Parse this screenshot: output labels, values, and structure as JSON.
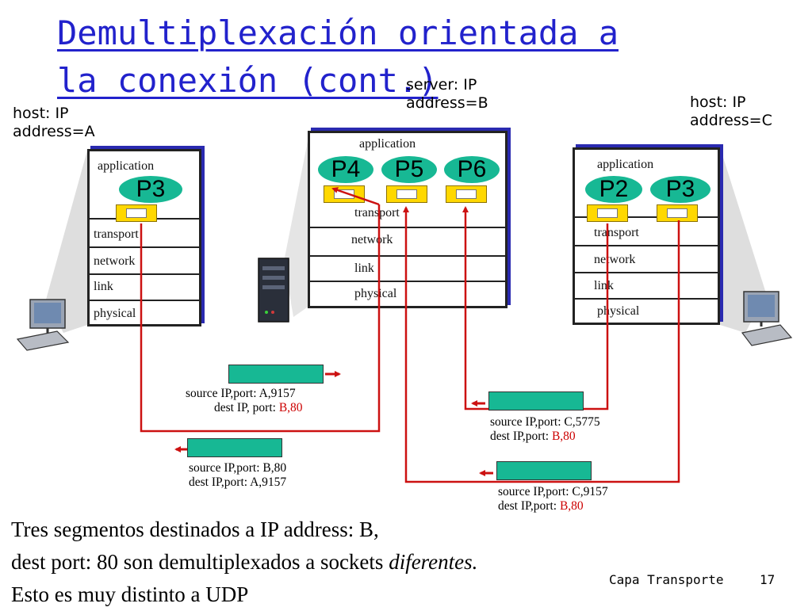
{
  "title": "Demultiplexación orientada a la conexión (cont.)",
  "hosts": {
    "a": {
      "label_line1": "host: IP",
      "label_line2": "address=A"
    },
    "b": {
      "label_line1": "server: IP",
      "label_line2": "address=B"
    },
    "c": {
      "label_line1": "host: IP",
      "label_line2": "address=C"
    }
  },
  "layers": {
    "application": "application",
    "transport": "transport",
    "network": "network",
    "link": "link",
    "physical": "physical"
  },
  "processes": {
    "a": [
      "P3"
    ],
    "b": [
      "P4",
      "P5",
      "P6"
    ],
    "c": [
      "P2",
      "P3"
    ]
  },
  "segments": [
    {
      "source_label": "source IP,port:",
      "source_value": "A,9157",
      "dest_label": "dest IP, port:",
      "dest_value": "B,80"
    },
    {
      "source_label": "source IP,port:",
      "source_value": "B,80",
      "dest_label": "dest IP,port:",
      "dest_value": "A,9157"
    },
    {
      "source_label": "source IP,port:",
      "source_value": "C,5775",
      "dest_label": "dest IP,port:",
      "dest_value": "B,80"
    },
    {
      "source_label": "source IP,port:",
      "source_value": "C,9157",
      "dest_label": "dest IP,port:",
      "dest_value": "B,80"
    }
  ],
  "caption": {
    "line1": "Tres segmentos destinados a IP address: B,",
    "line2_pre": "dest port: 80 son demultiplexados a sockets ",
    "line2_em": "diferentes.",
    "line3": "Esto es muy distinto a UDP"
  },
  "footer": {
    "section": "Capa Transporte",
    "page": "17"
  },
  "colors": {
    "title": "#2222cc",
    "path": "#cc1111",
    "segment": "#17b894",
    "socket": "#ffd800",
    "process": "#17b894",
    "stack_shadow": "#2a2ab0"
  }
}
